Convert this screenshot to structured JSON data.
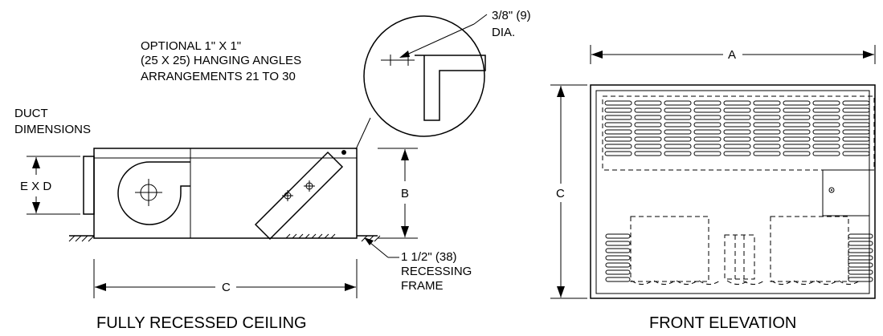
{
  "labels": {
    "dia_size": "3/8\" (9)",
    "dia": "DIA.",
    "hanging_1": "OPTIONAL 1\" X 1\"",
    "hanging_2": "(25 X 25) HANGING ANGLES",
    "hanging_3": "ARRANGEMENTS 21 TO 30",
    "duct_1": "DUCT",
    "duct_2": "DIMENSIONS",
    "exd": "E X D",
    "b": "B",
    "c_side": "C",
    "frame_1": "1 1/2\" (38)",
    "frame_2": "RECESSING",
    "frame_3": "FRAME",
    "a": "A",
    "c_front": "C"
  },
  "titles": {
    "side": "FULLY RECESSED CEILING",
    "front": "FRONT ELEVATION"
  }
}
